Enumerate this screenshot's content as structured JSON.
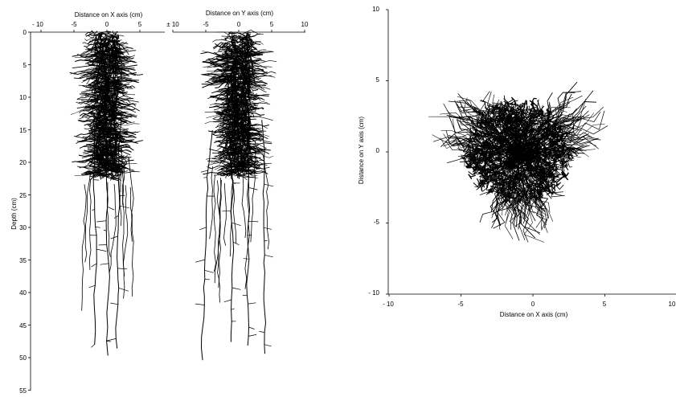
{
  "chart_data": [
    {
      "type": "scatter",
      "description_role": "vertical root projection (X-Z plane)",
      "title": "",
      "xlabel": "Distance on X axis (cm)",
      "ylabel": "Depth (cm)",
      "xlim": [
        -10,
        10
      ],
      "ylim": [
        0,
        55
      ],
      "x_ticks": [
        "- 10",
        "-5",
        "0",
        "5"
      ],
      "y_ticks": [
        "0",
        "5",
        "10",
        "15",
        "20",
        "25",
        "30",
        "35",
        "40",
        "45",
        "50",
        "55"
      ],
      "grid": false,
      "dense_region": {
        "x_center": 0,
        "x_halfwidth": 2.5,
        "depth_from": 0,
        "depth_to": 22
      },
      "axes": {
        "x_tick_values": [
          -10,
          -5,
          0,
          5
        ],
        "y_tick_values": [
          0,
          5,
          10,
          15,
          20,
          25,
          30,
          35,
          40,
          45,
          50,
          55
        ]
      },
      "main_axes_x_centers": [
        -1.8,
        0,
        2.2
      ],
      "max_root_depth": 50
    },
    {
      "type": "scatter",
      "description_role": "vertical root projection (Y-Z plane)",
      "title": "",
      "xlabel": "Distance on Y axis (cm)",
      "ylabel": "",
      "xlim": [
        -10,
        10
      ],
      "ylim": [
        0,
        55
      ],
      "x_ticks": [
        "± 10",
        "-5",
        "0",
        "5",
        "10"
      ],
      "grid": false,
      "axes": {
        "x_tick_values": [
          -10,
          -5,
          0,
          5,
          10
        ]
      },
      "dense_region": {
        "x_center": 0,
        "x_halfwidth": 2.5,
        "depth_from": 0,
        "depth_to": 22
      },
      "main_axes_x_centers": [
        -4,
        -0.5,
        1.5,
        3.5
      ],
      "max_root_depth": 50
    },
    {
      "type": "scatter",
      "description_role": "horizontal root projection (X-Y plane)",
      "title": "",
      "xlabel": "Distance on X axis (cm)",
      "ylabel": "Distance on Y axis (cm)",
      "xlim": [
        -10,
        10
      ],
      "ylim": [
        -10,
        10
      ],
      "x_ticks": [
        "- 10",
        "-5",
        "0",
        "5",
        "10"
      ],
      "y_ticks": [
        "10",
        "5",
        "0",
        "-5",
        "- 10"
      ],
      "grid": false,
      "axes": {
        "x_tick_values": [
          -10,
          -5,
          0,
          5,
          10
        ],
        "y_tick_values": [
          10,
          5,
          0,
          -5,
          -10
        ]
      },
      "dense_region": {
        "x_center": -1,
        "y_center": 0,
        "radius": 3.5
      },
      "spread_radius": 6.5
    }
  ]
}
